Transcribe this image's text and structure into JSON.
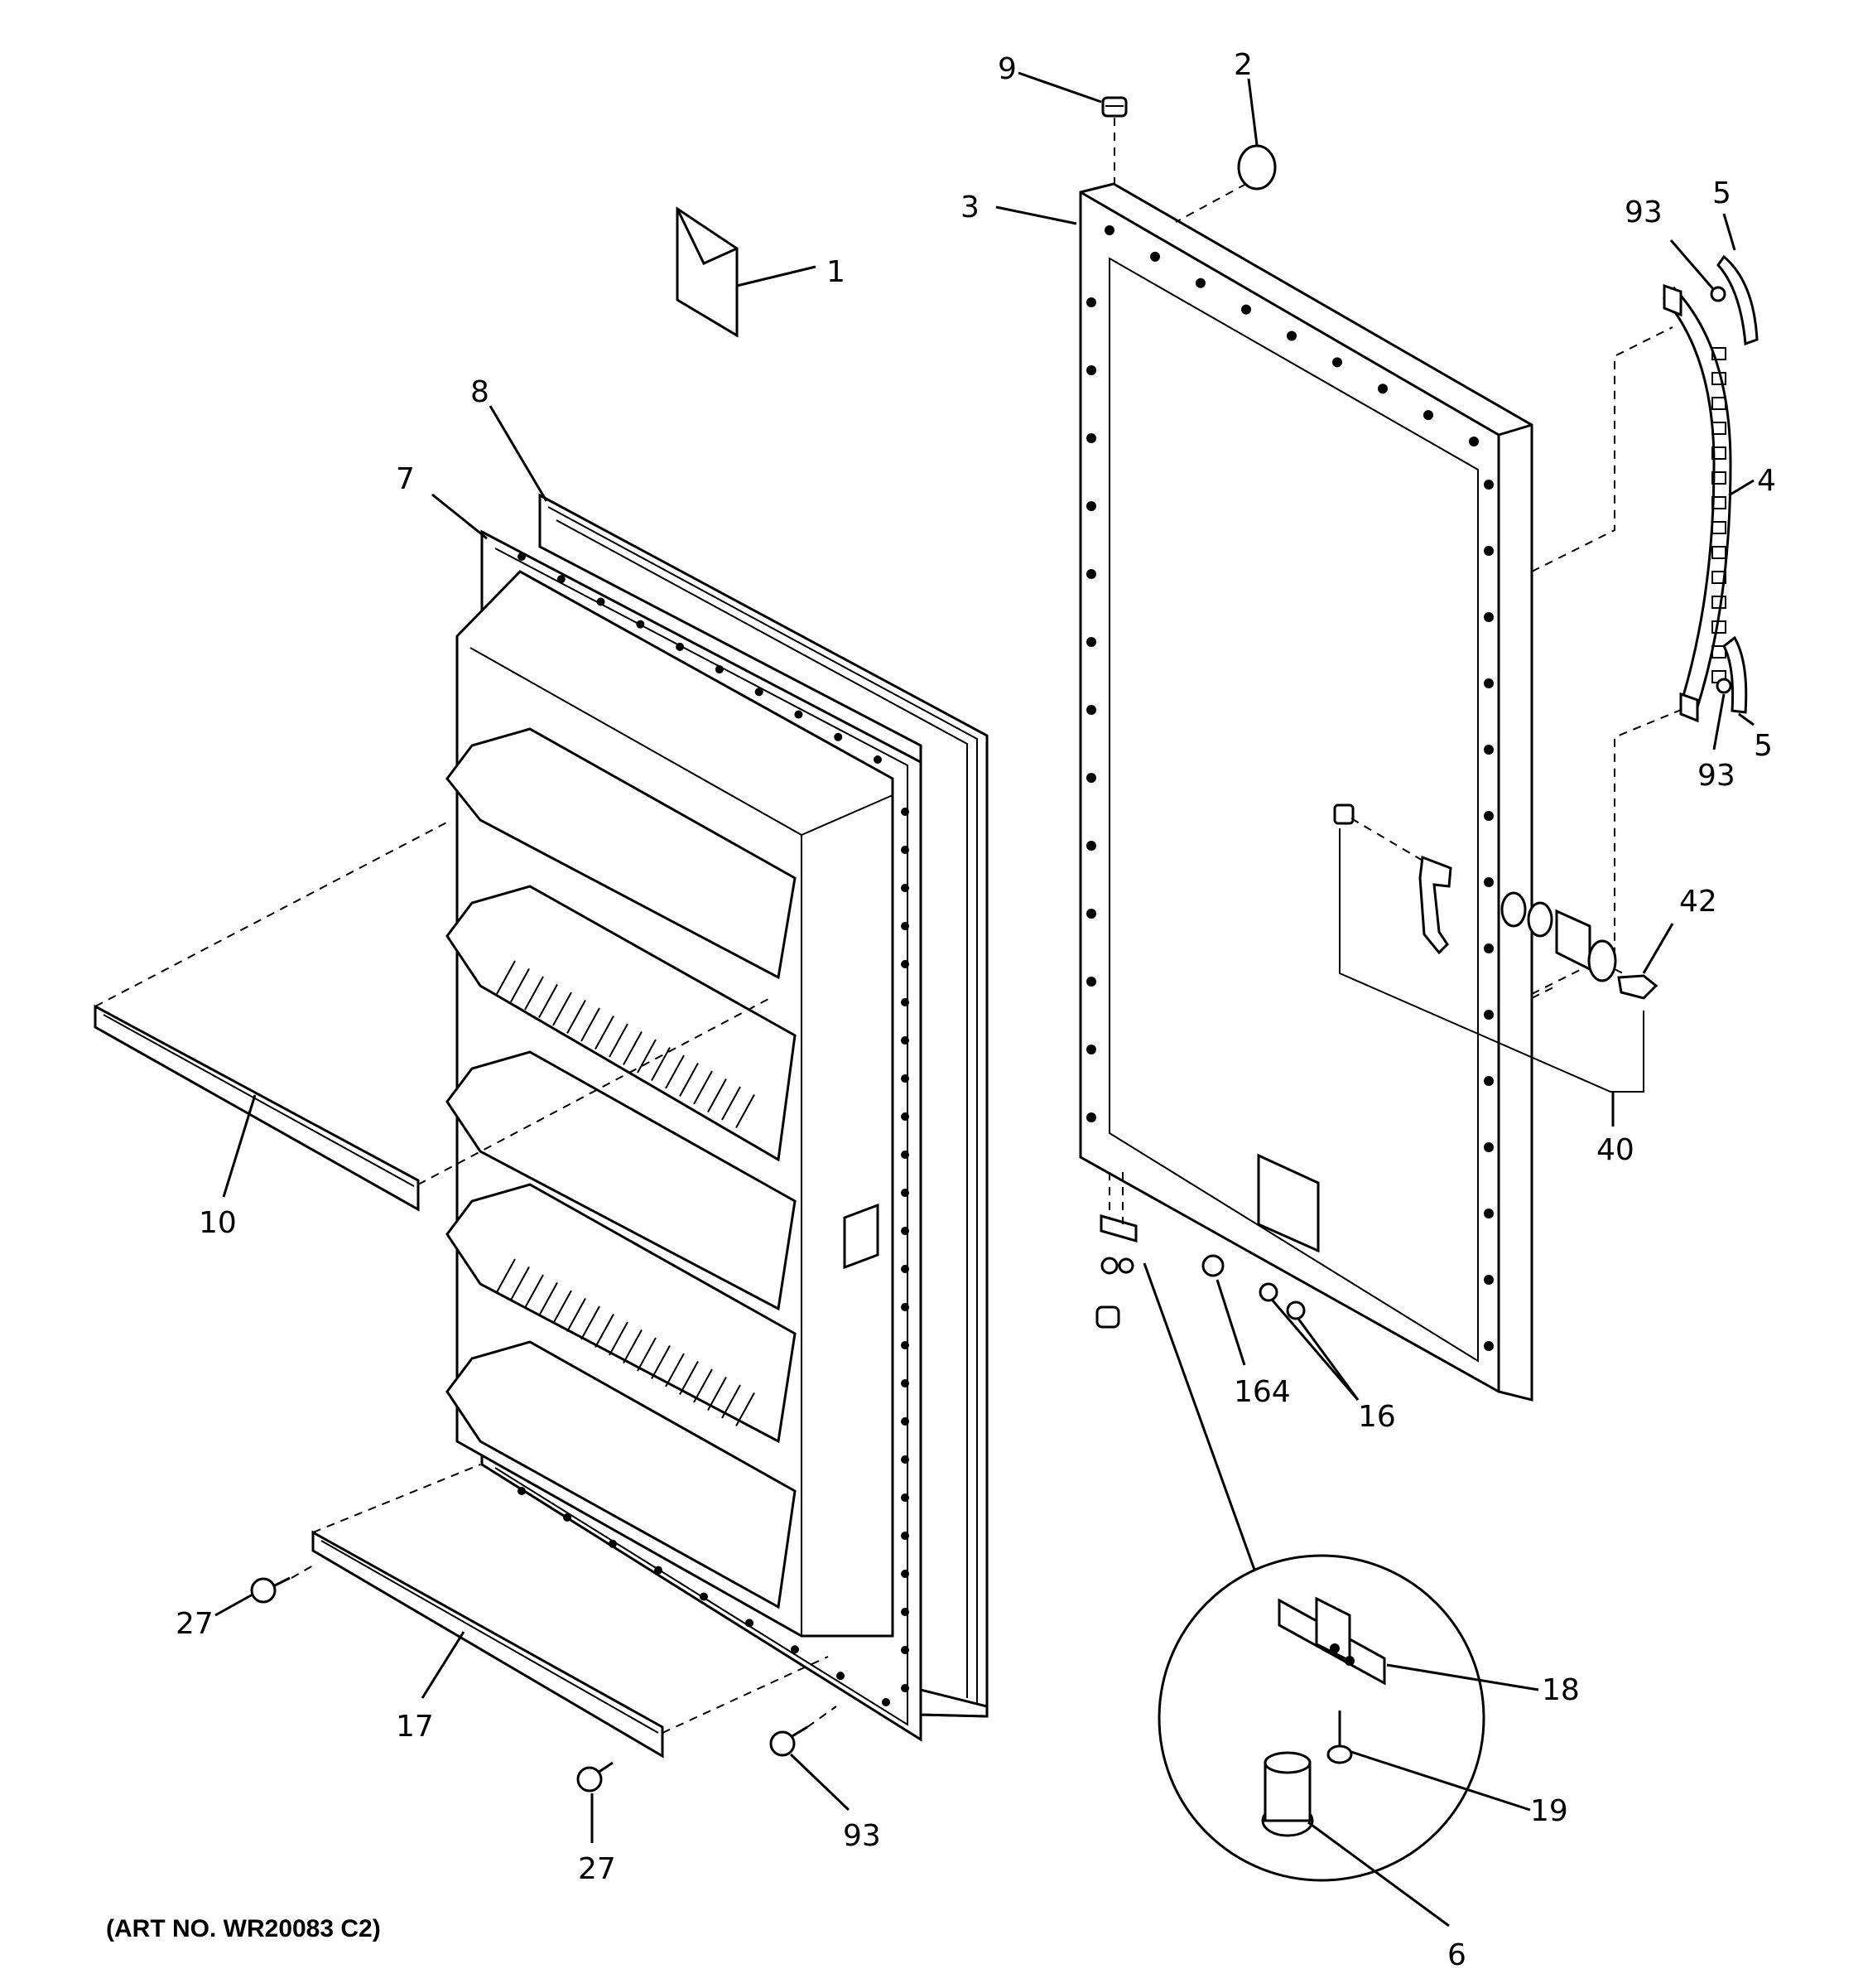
{
  "caption": "(ART NO. WR20083 C2)",
  "labels": {
    "p1": "1",
    "p2": "2",
    "p3": "3",
    "p4": "4",
    "p5a": "5",
    "p5b": "5",
    "p6": "6",
    "p7": "7",
    "p8": "8",
    "p9": "9",
    "p10": "10",
    "p16": "16",
    "p17": "17",
    "p18": "18",
    "p19": "19",
    "p27a": "27",
    "p27b": "27",
    "p40": "40",
    "p42": "42",
    "p93a": "93",
    "p93b": "93",
    "p93c": "93",
    "p164": "164"
  }
}
